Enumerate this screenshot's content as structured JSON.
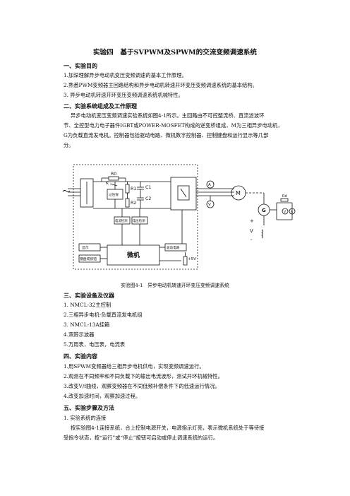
{
  "title": "实验四　基于SVPWM及SPWM的交流变频调速系统",
  "s1": {
    "heading": "一、实验目的",
    "items": [
      "1.加深理解异步电动机变压变频调速的基本工作原理。",
      "2.熟悉PWM变频器主回路结构和异步电动机转速开环变压变频调速系统的基本结构。",
      "3. 异步电动机转速开环变压变频调速系统机械特性。"
    ]
  },
  "s2": {
    "heading": "二、实验系统组成及工作原理",
    "para": [
      "异步电动机变压变频调速实验系统如图4-1所示。主回路由不可控整流桥、直流滤波环",
      "节、全控型电力电子器件IGBT或POWER-MOSFET构成的逆变桥组成，M为三相异步电动机，",
      "G为负载直流发电机。控制器包括驱动电路、微机数字控制器、控制键盘和运行显示等几部",
      "分。"
    ]
  },
  "figure": {
    "caption": "实验图4-1　异步电动机转速开环变压变频调速系统",
    "labels": {
      "ac": "～",
      "r0": "R0",
      "k": "K",
      "r1": "R1",
      "r2": "R2",
      "c1": "C1",
      "c2": "C2",
      "volt_detect": "过压保",
      "current_detect": "电流检测",
      "voltage_detect": "电压检测",
      "mcu": "微机",
      "display": "显示",
      "keyboard": "键盘或按钮",
      "drive": "驱动电路",
      "ammeter": "A",
      "voltmeter": "V",
      "motor": "M",
      "generator": "G",
      "rd": "Rd",
      "plus": "+",
      "minus": "-",
      "v5": "+5V",
      "vbig": "V"
    }
  },
  "s3": {
    "heading": "三、实验设备及仪器",
    "items": [
      "1. NMCL-32主控制",
      "2.三相异步电机-负载直流发电机组",
      "3. NMCL-13A挂箱",
      "4.双踪示波器",
      "5.万用表，电压表，电流表"
    ]
  },
  "s4": {
    "heading": "四、实验内容",
    "items": [
      "1.用SPWM变频器给三相异步电机供电，实现变频调速运行。",
      "2.观测在不同频率和不同负载下的输出电流波形，测试开环机械特性。",
      "3.改变V/f曲线，观察变频器在不同低频补偿条件下的低速运行情况。",
      "4.改变加速时间，观察加速过程。"
    ]
  },
  "s5": {
    "heading": "五、实验步骤及方法",
    "items": [
      "1. 实验系统的连接"
    ],
    "para": [
      "按实验图4-1连接系统，合上控制电源开关，电源指示灯亮，表示微机系统处于等待接",
      "受指令状态，按“运行”或“停止”按钮可启动或停止调速系统的运行。"
    ]
  }
}
